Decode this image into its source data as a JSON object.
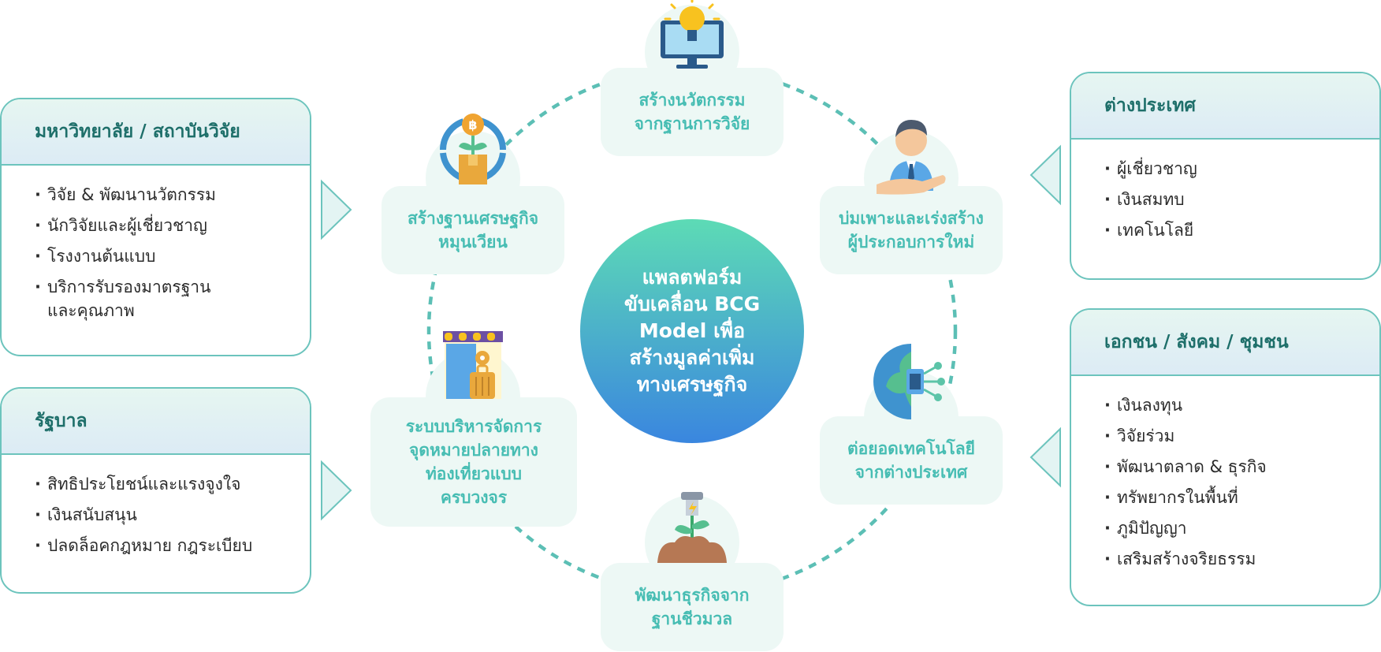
{
  "center": {
    "title": "แพลตฟอร์ม\nขับเคลื่อน BCG\nModel เพื่อ\nสร้างมูลค่าเพิ่ม\nทางเศรษฐกิจ"
  },
  "steps": [
    {
      "label": "สร้างนวัตกรรม\nจากฐานการวิจัย",
      "icon": "lightbulb-monitor-icon"
    },
    {
      "label": "บ่มเพาะและเร่งสร้าง\nผู้ประกอบการใหม่",
      "icon": "businessman-hand-icon"
    },
    {
      "label": "ต่อยอดเทคโนโลยี\nจากต่างประเทศ",
      "icon": "globe-tech-icon"
    },
    {
      "label": "พัฒนาธุรกิจจาก\nฐานชีวมวล",
      "icon": "plant-plug-icon"
    },
    {
      "label": "ระบบบริหารจัดการ\nจุดหมายปลายทาง\nท่องเที่ยวแบบ\nครบวงจร",
      "icon": "tourism-luggage-icon"
    },
    {
      "label": "สร้างฐานเศรษฐกิจ\nหมุนเวียน",
      "icon": "circular-economy-icon"
    }
  ],
  "panels": {
    "university": {
      "title": "มหาวิทยาลัย / สถาบันวิจัย",
      "items": [
        "วิจัย & พัฒนานวัตกรรม",
        "นักวิจัยและผู้เชี่ยวชาญ",
        "โรงงานต้นแบบ",
        "บริการรับรองมาตรฐาน\nและคุณภาพ"
      ]
    },
    "government": {
      "title": "รัฐบาล",
      "items": [
        "สิทธิประโยชน์และแรงจูงใจ",
        "เงินสนับสนุน",
        "ปลดล็อคกฎหมาย กฎระเบียบ"
      ]
    },
    "foreign": {
      "title": "ต่างประเทศ",
      "items": [
        "ผู้เชี่ยวชาญ",
        "เงินสมทบ",
        "เทคโนโลยี"
      ]
    },
    "private": {
      "title": "เอกชน / สังคม / ชุมชน",
      "items": [
        "เงินลงทุน",
        "วิจัยร่วม",
        "พัฒนาตลาด & ธุรกิจ",
        "ทรัพยากรในพื้นที่",
        "ภูมิปัญญา",
        "เสริมสร้างจริยธรรม"
      ]
    }
  },
  "colors": {
    "accent": "#47bdb3",
    "border": "#6cc4bd",
    "headText": "#1e6f6a"
  }
}
